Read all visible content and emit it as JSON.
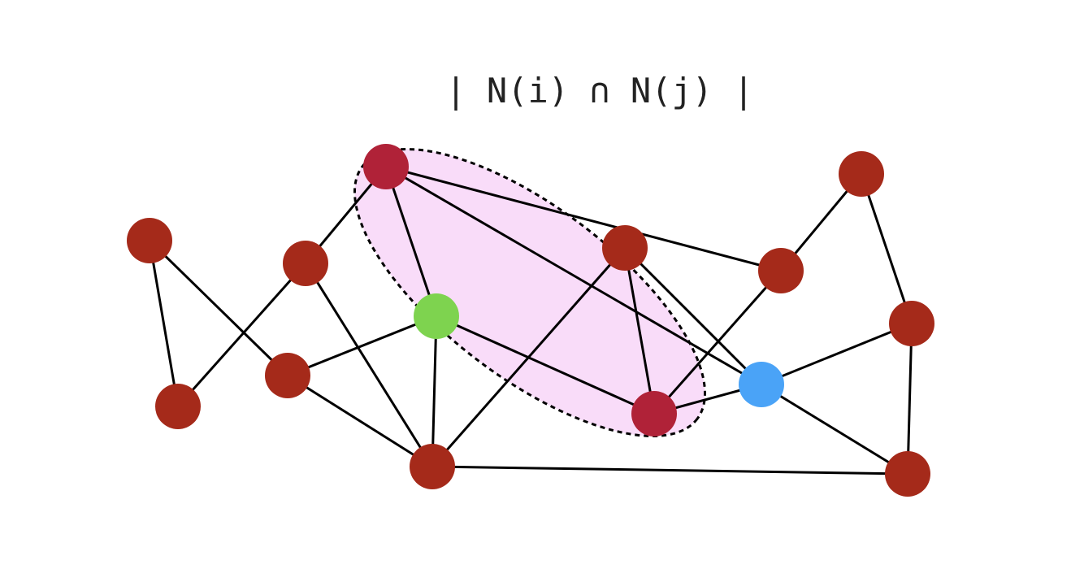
{
  "title": "| N(i) ∩ N(j) |",
  "colors": {
    "node_default": "#a52a1a",
    "node_common_neighbor": "#b02238",
    "node_i": "#7ed34f",
    "node_j": "#4aa3f7",
    "highlight_fill": "#f9dcf9",
    "edge": "#000000"
  },
  "graph": {
    "nodes": [
      {
        "id": "n1",
        "role": "default"
      },
      {
        "id": "n2",
        "role": "default"
      },
      {
        "id": "n3",
        "role": "default"
      },
      {
        "id": "n4",
        "role": "default"
      },
      {
        "id": "n5",
        "role": "common_neighbor"
      },
      {
        "id": "n6",
        "role": "node_i"
      },
      {
        "id": "n7",
        "role": "default"
      },
      {
        "id": "n8",
        "role": "default"
      },
      {
        "id": "n9",
        "role": "common_neighbor"
      },
      {
        "id": "n10",
        "role": "default"
      },
      {
        "id": "n11",
        "role": "node_j"
      },
      {
        "id": "n12",
        "role": "default"
      },
      {
        "id": "n13",
        "role": "default"
      },
      {
        "id": "n14",
        "role": "default"
      }
    ],
    "edges": [
      [
        "n1",
        "n2"
      ],
      [
        "n1",
        "n4"
      ],
      [
        "n2",
        "n3"
      ],
      [
        "n3",
        "n5"
      ],
      [
        "n3",
        "n7"
      ],
      [
        "n4",
        "n6"
      ],
      [
        "n4",
        "n7"
      ],
      [
        "n5",
        "n6"
      ],
      [
        "n5",
        "n11"
      ],
      [
        "n5",
        "n10"
      ],
      [
        "n6",
        "n7"
      ],
      [
        "n6",
        "n9"
      ],
      [
        "n7",
        "n8"
      ],
      [
        "n7",
        "n14"
      ],
      [
        "n8",
        "n9"
      ],
      [
        "n8",
        "n11"
      ],
      [
        "n9",
        "n10"
      ],
      [
        "n9",
        "n11"
      ],
      [
        "n10",
        "n12"
      ],
      [
        "n11",
        "n13"
      ],
      [
        "n11",
        "n14"
      ],
      [
        "n12",
        "n13"
      ],
      [
        "n13",
        "n14"
      ]
    ],
    "highlighted_set": [
      "n5",
      "n9"
    ]
  }
}
